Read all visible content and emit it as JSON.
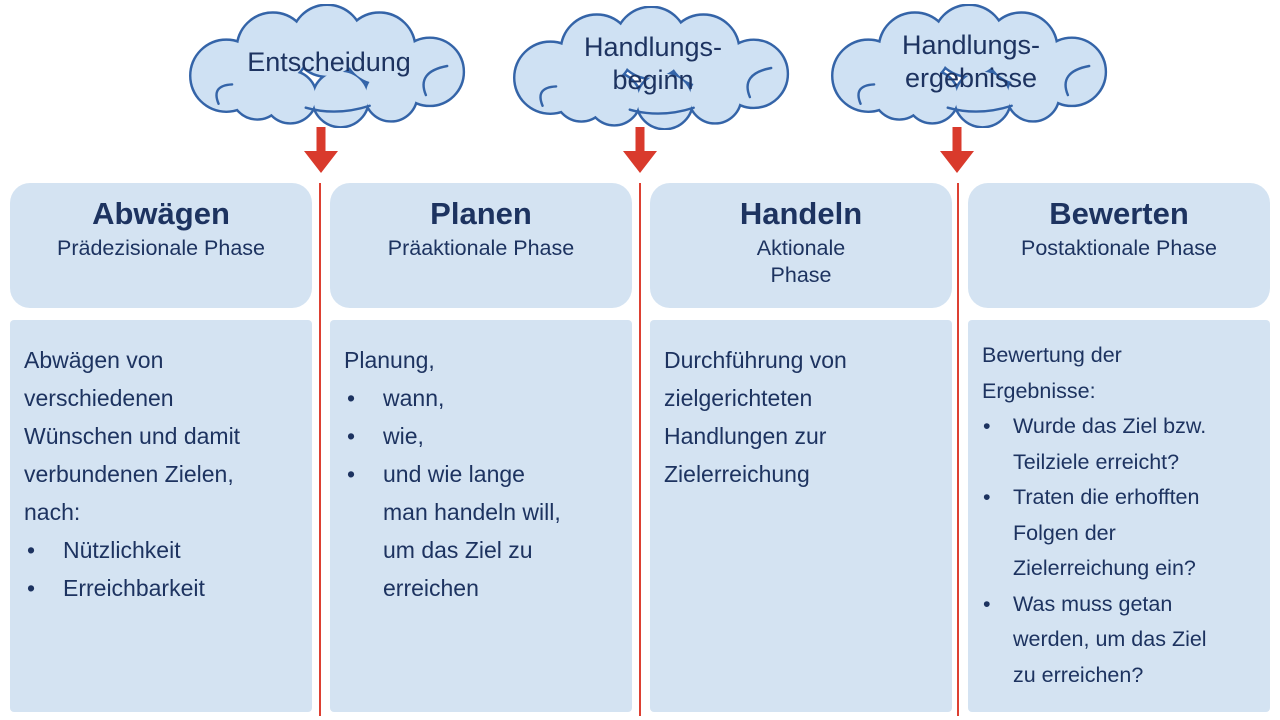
{
  "diagram": {
    "clouds": [
      {
        "label": "Entscheidung"
      },
      {
        "label": "Handlungs-\nbeginn"
      },
      {
        "label": "Handlungs-\nergebnisse"
      }
    ],
    "columns": [
      {
        "title": "Abwägen",
        "subtitle": "Prädezisionale Phase",
        "body": [
          {
            "text": "Abwägen von\nverschiedenen\nWünschen und damit\nverbundenen Zielen,\nnach:"
          },
          {
            "bullet": "Nützlichkeit"
          },
          {
            "bullet": "Erreichbarkeit"
          }
        ]
      },
      {
        "title": "Planen",
        "subtitle": "Präaktionale Phase",
        "body": [
          {
            "text": "Planung,"
          },
          {
            "bullet": "wann,"
          },
          {
            "bullet": "wie,"
          },
          {
            "bullet": "und wie lange\nman handeln will,\num das Ziel zu\nerreichen"
          }
        ]
      },
      {
        "title": "Handeln",
        "subtitle": "Aktionale\nPhase",
        "body": [
          {
            "text": "Durchführung von\nzielgerichteten\nHandlungen zur\nZielerreichung"
          }
        ]
      },
      {
        "title": "Bewerten",
        "subtitle": "Postaktionale Phase",
        "body": [
          {
            "text": "Bewertung der\nErgebnisse:"
          },
          {
            "bullet": "Wurde das Ziel bzw.\nTeilziele erreicht?"
          },
          {
            "bullet": "Traten die erhofften\nFolgen der\nZielerreichung ein?"
          },
          {
            "bullet": "Was muss getan\nwerden, um das Ziel\nzu erreichen?"
          }
        ]
      }
    ],
    "bullet_glyph": "•",
    "colors": {
      "box_fill": "#d4e3f2",
      "cloud_fill": "#cfe1f3",
      "cloud_stroke": "#3464a8",
      "text_navy": "#1d3360",
      "arrow_red": "#d93a2c",
      "divider_red": "#dd4032"
    }
  }
}
